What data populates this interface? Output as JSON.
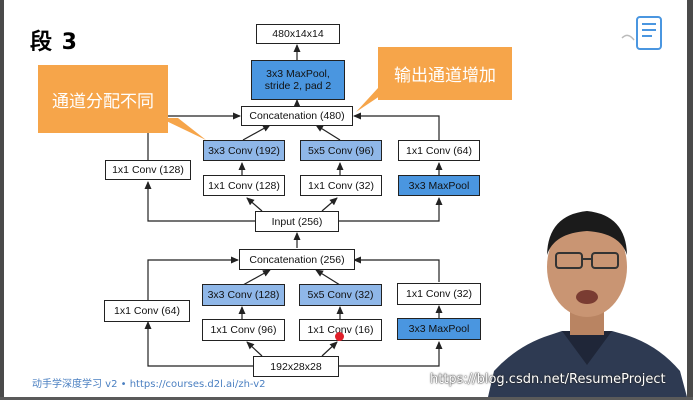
{
  "slide": {
    "title": "段 3",
    "footer": "动手学深度学习 v2 • https://courses.d2l.ai/zh-v2",
    "watermark": "https://blog.csdn.net/ResumeProject"
  },
  "callouts": {
    "left": "通道分配不同",
    "right": "输出通道增加"
  },
  "colors": {
    "callout": "#f6a54a",
    "conv_light": "#8fb7e8",
    "pool_dark": "#4a96e0"
  },
  "block_upper": {
    "output": "480x14x14",
    "final_pool_line1": "3x3 MaxPool,",
    "final_pool_line2": "stride 2, pad 2",
    "concat": "Concatenation (480)",
    "path1_conv": "1x1 Conv (128)",
    "path2_conv3": "3x3 Conv (192)",
    "path2_conv1": "1x1 Conv (128)",
    "path3_conv5": "5x5 Conv (96)",
    "path3_conv1": "1x1 Conv (32)",
    "path4_conv": "1x1 Conv (64)",
    "path4_pool": "3x3 MaxPool",
    "input": "Input (256)"
  },
  "block_lower": {
    "concat": "Concatenation (256)",
    "path1_conv": "1x1 Conv (64)",
    "path2_conv3": "3x3 Conv (128)",
    "path2_conv1": "1x1 Conv (96)",
    "path3_conv5": "5x5 Conv (32)",
    "path3_conv1": "1x1 Conv (16)",
    "path4_conv": "1x1 Conv (32)",
    "path4_pool": "3x3 MaxPool",
    "input": "192x28x28"
  }
}
